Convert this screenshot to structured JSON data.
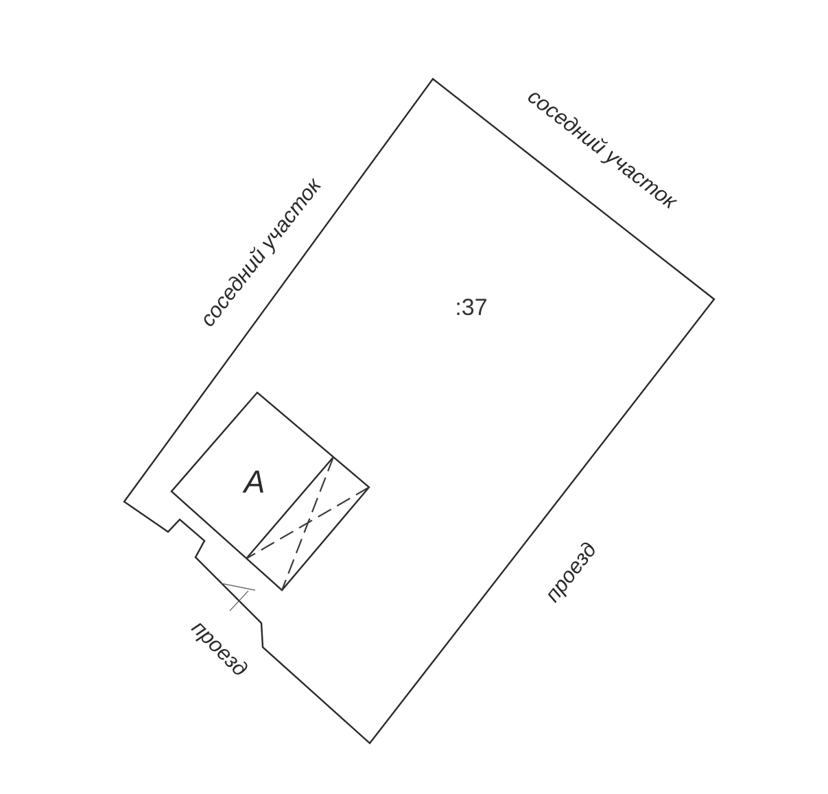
{
  "labels": {
    "neighbor_top": "соседний участок",
    "neighbor_left": "соседний участок",
    "plot_number": ":37",
    "building": "А",
    "passage_right": "проезд",
    "passage_bottom": "проезд"
  },
  "colors": {
    "line": "#2a2a2a",
    "background": "#ffffff"
  }
}
